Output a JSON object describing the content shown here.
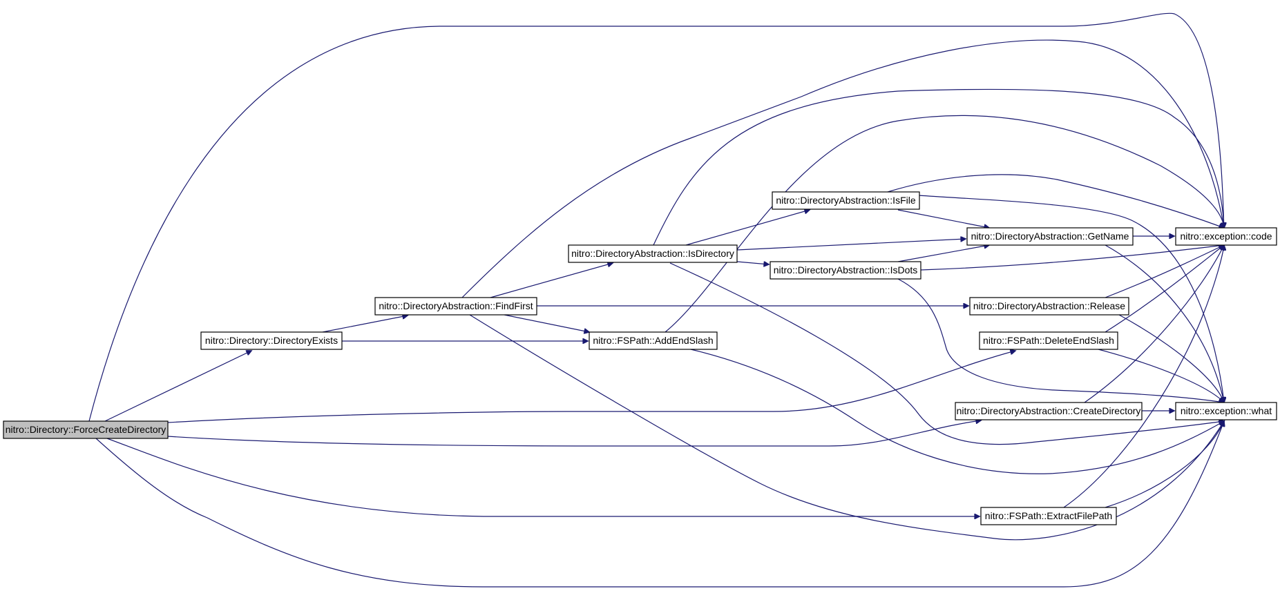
{
  "graph": {
    "edge_color": "#191970",
    "root_fill": "#bfbfbf",
    "nodes": [
      {
        "id": "force",
        "label": "nitro::Directory::ForceCreateDirectory",
        "root": true
      },
      {
        "id": "direxists",
        "label": "nitro::Directory::DirectoryExists"
      },
      {
        "id": "findfirst",
        "label": "nitro::DirectoryAbstraction::FindFirst"
      },
      {
        "id": "isdir",
        "label": "nitro::DirectoryAbstraction::IsDirectory"
      },
      {
        "id": "isfile",
        "label": "nitro::DirectoryAbstraction::IsFile"
      },
      {
        "id": "isdots",
        "label": "nitro::DirectoryAbstraction::IsDots"
      },
      {
        "id": "getname",
        "label": "nitro::DirectoryAbstraction::GetName"
      },
      {
        "id": "release",
        "label": "nitro::DirectoryAbstraction::Release"
      },
      {
        "id": "addslash",
        "label": "nitro::FSPath::AddEndSlash"
      },
      {
        "id": "delslash",
        "label": "nitro::FSPath::DeleteEndSlash"
      },
      {
        "id": "createdir",
        "label": "nitro::DirectoryAbstraction::CreateDirectory"
      },
      {
        "id": "extract",
        "label": "nitro::FSPath::ExtractFilePath"
      },
      {
        "id": "code",
        "label": "nitro::exception::code"
      },
      {
        "id": "what",
        "label": "nitro::exception::what"
      }
    ],
    "edges": [
      {
        "from": "force",
        "to": "code"
      },
      {
        "from": "force",
        "to": "direxists"
      },
      {
        "from": "force",
        "to": "delslash"
      },
      {
        "from": "force",
        "to": "createdir"
      },
      {
        "from": "force",
        "to": "extract"
      },
      {
        "from": "force",
        "to": "what"
      },
      {
        "from": "direxists",
        "to": "findfirst"
      },
      {
        "from": "direxists",
        "to": "addslash"
      },
      {
        "from": "findfirst",
        "to": "code"
      },
      {
        "from": "findfirst",
        "to": "isdir"
      },
      {
        "from": "findfirst",
        "to": "release"
      },
      {
        "from": "findfirst",
        "to": "addslash"
      },
      {
        "from": "findfirst",
        "to": "what"
      },
      {
        "from": "isdir",
        "to": "code"
      },
      {
        "from": "isdir",
        "to": "isfile"
      },
      {
        "from": "isdir",
        "to": "getname"
      },
      {
        "from": "isdir",
        "to": "isdots"
      },
      {
        "from": "isdir",
        "to": "what"
      },
      {
        "from": "isfile",
        "to": "code"
      },
      {
        "from": "isfile",
        "to": "getname"
      },
      {
        "from": "isfile",
        "to": "what"
      },
      {
        "from": "isdots",
        "to": "getname"
      },
      {
        "from": "isdots",
        "to": "code"
      },
      {
        "from": "isdots",
        "to": "what"
      },
      {
        "from": "getname",
        "to": "code"
      },
      {
        "from": "getname",
        "to": "what"
      },
      {
        "from": "release",
        "to": "code"
      },
      {
        "from": "release",
        "to": "what"
      },
      {
        "from": "addslash",
        "to": "code"
      },
      {
        "from": "addslash",
        "to": "what"
      },
      {
        "from": "delslash",
        "to": "code"
      },
      {
        "from": "delslash",
        "to": "what"
      },
      {
        "from": "createdir",
        "to": "code"
      },
      {
        "from": "createdir",
        "to": "what"
      },
      {
        "from": "extract",
        "to": "code"
      },
      {
        "from": "extract",
        "to": "what"
      }
    ]
  }
}
